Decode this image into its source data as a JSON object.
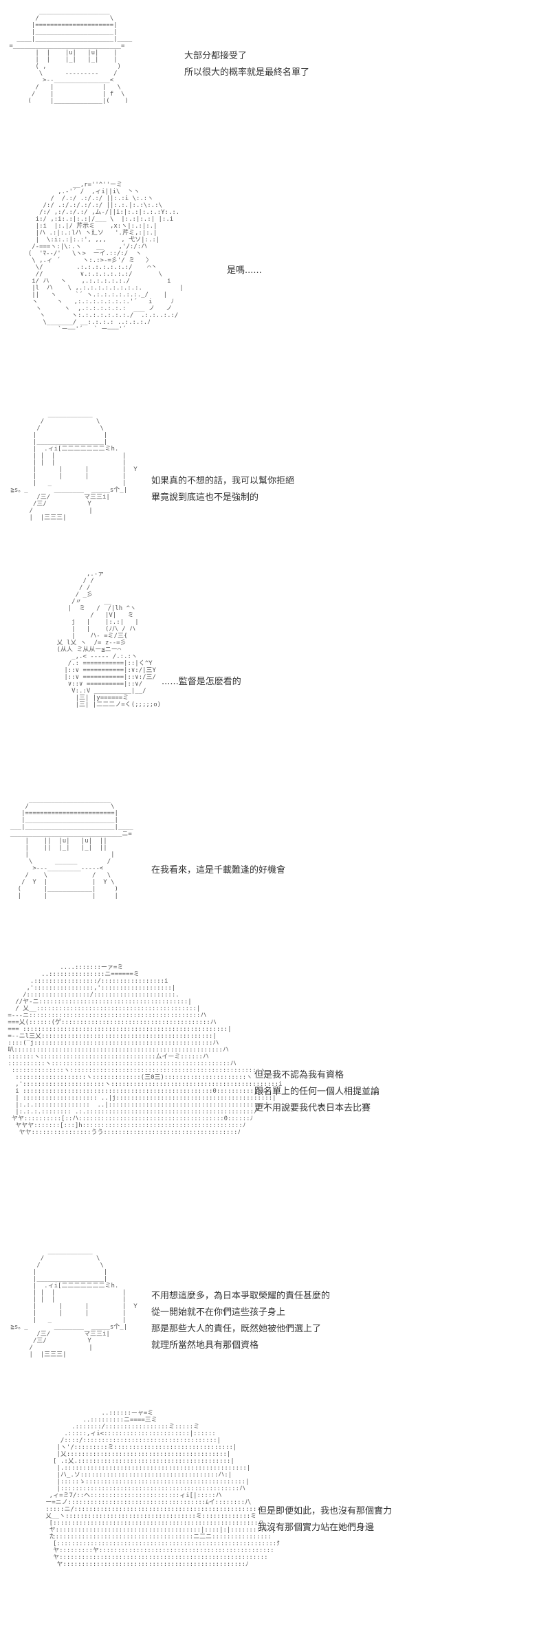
{
  "panels": [
    {
      "lines": [
        "大部分都接受了",
        "所以很大的概率就是最終名單了"
      ]
    },
    {
      "lines": [
        "是嗎......"
      ]
    },
    {
      "lines": [
        "如果真的不想的話，我可以幫你拒絕",
        "畢竟說到底這也不是強制的"
      ]
    },
    {
      "lines": [
        "......監督是怎麽看的"
      ]
    },
    {
      "lines": [
        "在我看來，這是千載難逢的好機會"
      ]
    },
    {
      "lines": [
        "但是我不認為我有資格",
        "跟名單上的任何一個人相提並論",
        "更不用說要我代表日本去比賽"
      ]
    },
    {
      "lines": [
        "不用想這麼多，為日本爭取榮耀的責任甚麼的",
        "從一開始就不在你們這些孩子身上",
        "那是那些大人的責任，既然她被他們選上了",
        "就理所當然地具有那個資格"
      ]
    },
    {
      "lines": [
        "但是即便如此，我也沒有那個實力",
        "我沒有那個實力站在她們身邊"
      ]
    }
  ]
}
